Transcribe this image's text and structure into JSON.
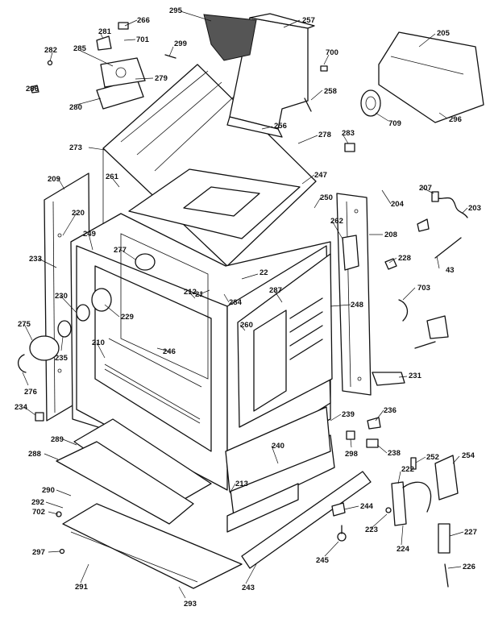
{
  "diagram": {
    "part_numbers": [
      "295",
      "266",
      "257",
      "281",
      "701",
      "299",
      "700",
      "205",
      "282",
      "285",
      "279",
      "286",
      "280",
      "258",
      "709",
      "296",
      "283",
      "278",
      "256",
      "273",
      "247",
      "261",
      "207",
      "203",
      "250",
      "204",
      "209",
      "220",
      "262",
      "208",
      "249",
      "277",
      "22",
      "233",
      "228",
      "43",
      "21",
      "212",
      "284",
      "287",
      "703",
      "230",
      "229",
      "248",
      "275",
      "260",
      "210",
      "246",
      "235",
      "276",
      "231",
      "234",
      "239",
      "236",
      "289",
      "298",
      "238",
      "288",
      "240",
      "222",
      "252",
      "254",
      "290",
      "213",
      "292",
      "702",
      "244",
      "223",
      "227",
      "224",
      "297",
      "245",
      "291",
      "243",
      "226",
      "293"
    ]
  }
}
